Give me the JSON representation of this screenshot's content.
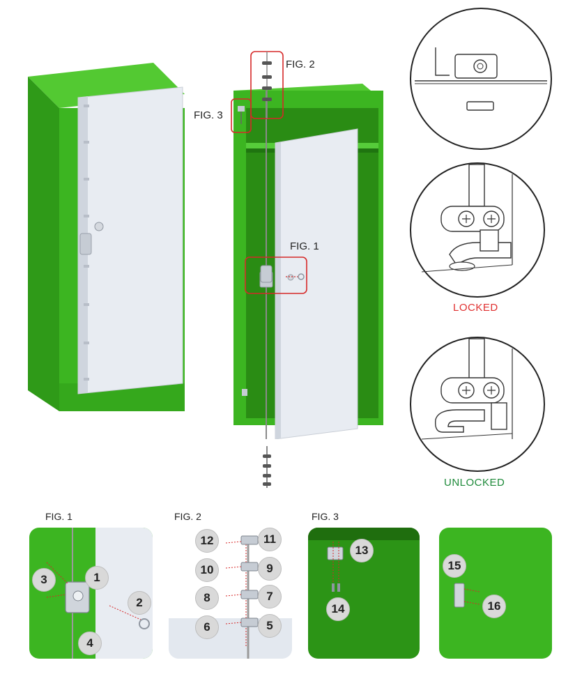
{
  "callouts": {
    "fig2": "FIG. 2",
    "fig3": "FIG. 3",
    "fig1": "FIG. 1"
  },
  "states": {
    "locked": "LOCKED",
    "unlocked": "UNLOCKED",
    "locked_color": "#e03030",
    "unlocked_color": "#1e8a3a"
  },
  "detail_panels": {
    "fig1_title": "FIG. 1",
    "fig2_title": "FIG. 2",
    "fig3_title": "FIG. 3"
  },
  "parts": {
    "p1": "1",
    "p2": "2",
    "p3": "3",
    "p4": "4",
    "p5": "5",
    "p6": "6",
    "p7": "7",
    "p8": "8",
    "p9": "9",
    "p10": "10",
    "p11": "11",
    "p12": "12",
    "p13": "13",
    "p14": "14",
    "p15": "15",
    "p16": "16"
  },
  "colors": {
    "cabinet_green": "#3cb521",
    "cabinet_dark": "#2a8c14",
    "door_white": "#e8ecf2",
    "callout_red": "#d62828"
  }
}
